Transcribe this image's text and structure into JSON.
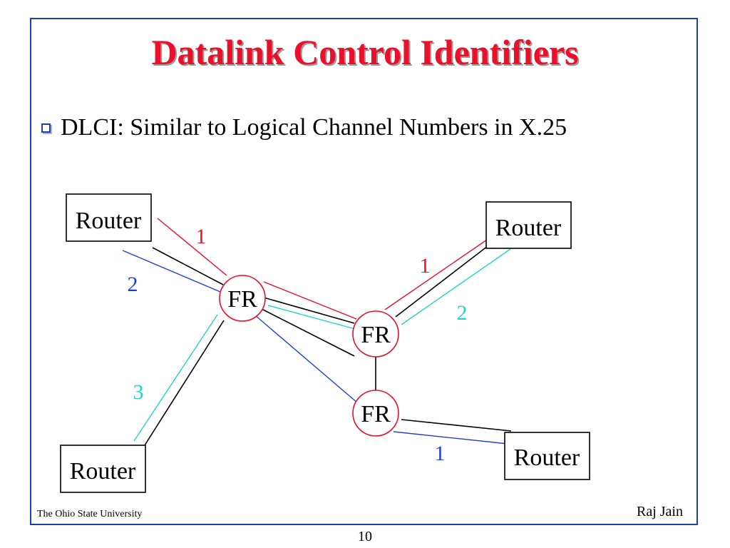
{
  "slide": {
    "title": "Datalink Control Identifiers",
    "bullet": "DLCI: Similar to Logical Channel Numbers in X.25",
    "footer_left": "The Ohio State University",
    "footer_right": "Raj Jain",
    "page_number": "10"
  },
  "diagram": {
    "router_label": "Router",
    "fr_label": "FR",
    "dlci_labels": {
      "top_left_red": "1",
      "top_left_blue": "2",
      "bottom_left_cyan": "3",
      "top_right_red": "1",
      "top_right_cyan": "2",
      "bottom_right_blue": "1"
    },
    "colors": {
      "red": "#e8102a",
      "blue": "#1f3fd0",
      "cyan": "#22d3c8",
      "black": "#000000",
      "frame": "#1f3fae"
    }
  }
}
